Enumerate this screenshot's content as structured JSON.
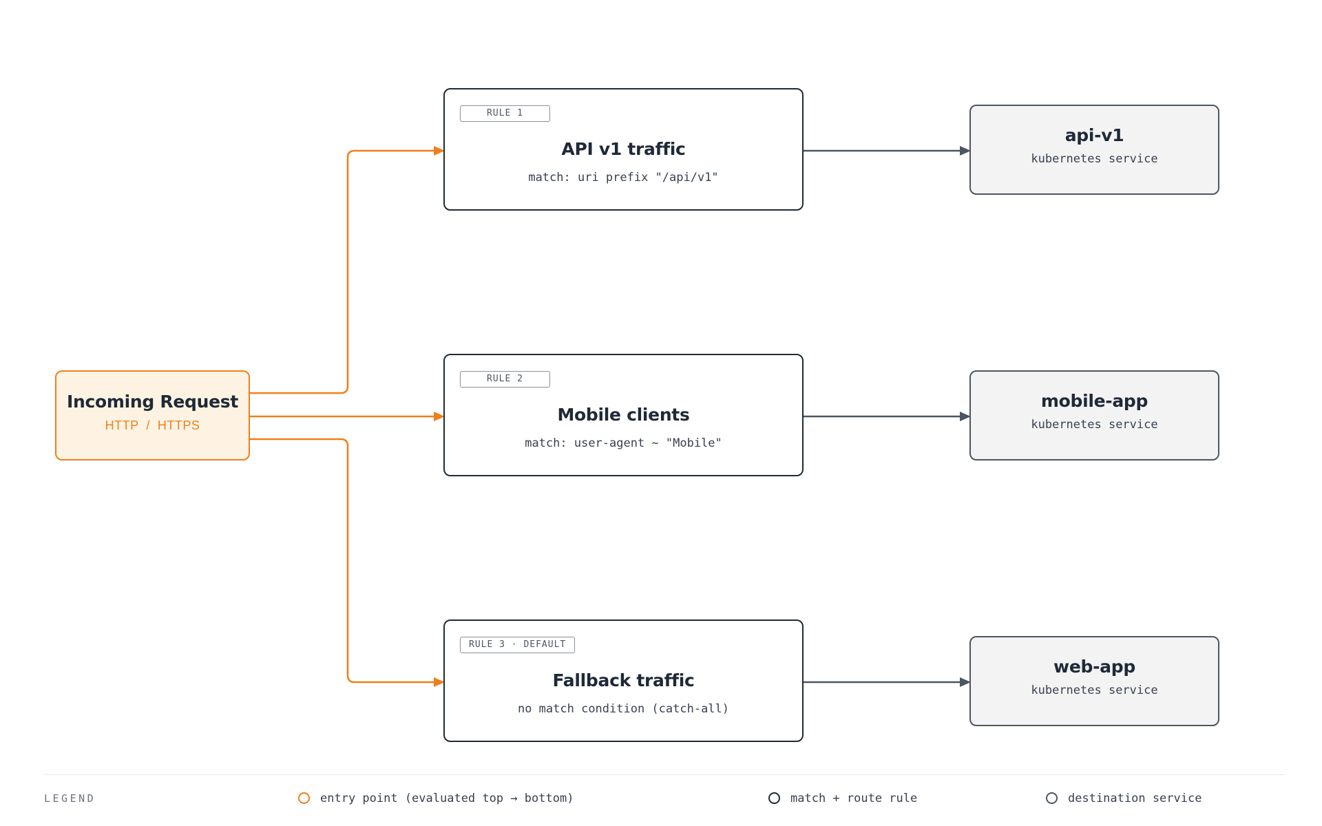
{
  "colors": {
    "entry_accent": "#ef7f1a",
    "entry_fill": "#fef3e2",
    "rule_border": "#1f2937",
    "service_border": "#4b5563",
    "service_fill": "#f3f3f4"
  },
  "entry": {
    "title": "Incoming Request",
    "subtitle": "HTTP  /  HTTPS"
  },
  "rules": [
    {
      "tag": "RULE 1",
      "title": "API v1 traffic",
      "match": "match: uri prefix \"/api/v1\""
    },
    {
      "tag": "RULE 2",
      "title": "Mobile clients",
      "match": "match: user-agent ~ \"Mobile\""
    },
    {
      "tag": "RULE 3 · DEFAULT",
      "title": "Fallback traffic",
      "match": "no match condition (catch-all)"
    }
  ],
  "services": [
    {
      "name": "api-v1",
      "kind": "kubernetes service"
    },
    {
      "name": "mobile-app",
      "kind": "kubernetes service"
    },
    {
      "name": "web-app",
      "kind": "kubernetes service"
    }
  ],
  "legend": {
    "title": "LEGEND",
    "items": [
      {
        "label": "entry point (evaluated top → bottom)",
        "icon": "orange-circle-icon"
      },
      {
        "label": "match + route rule",
        "icon": "dark-circle-icon"
      },
      {
        "label": "destination service",
        "icon": "gray-circle-icon"
      }
    ]
  }
}
